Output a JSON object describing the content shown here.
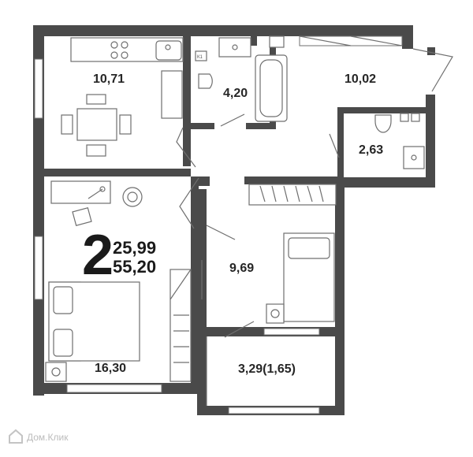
{
  "plan": {
    "rooms_count": "2",
    "living_area": "25,99",
    "total_area": "55,20",
    "rooms": [
      {
        "id": "kitchen",
        "area": "10,71"
      },
      {
        "id": "bathroom",
        "area": "4,20"
      },
      {
        "id": "hall",
        "area": "10,02"
      },
      {
        "id": "wc",
        "area": "2,63"
      },
      {
        "id": "bedroom",
        "area": "9,69"
      },
      {
        "id": "living",
        "area": "16,30"
      },
      {
        "id": "loggia",
        "area": "3,29(1,65)"
      }
    ],
    "boiler_label": "К1"
  },
  "watermark": {
    "text": "Дом.Клик"
  },
  "colors": {
    "wall": "#4a4a4a",
    "line": "#6f6f6f",
    "text": "#262626"
  }
}
